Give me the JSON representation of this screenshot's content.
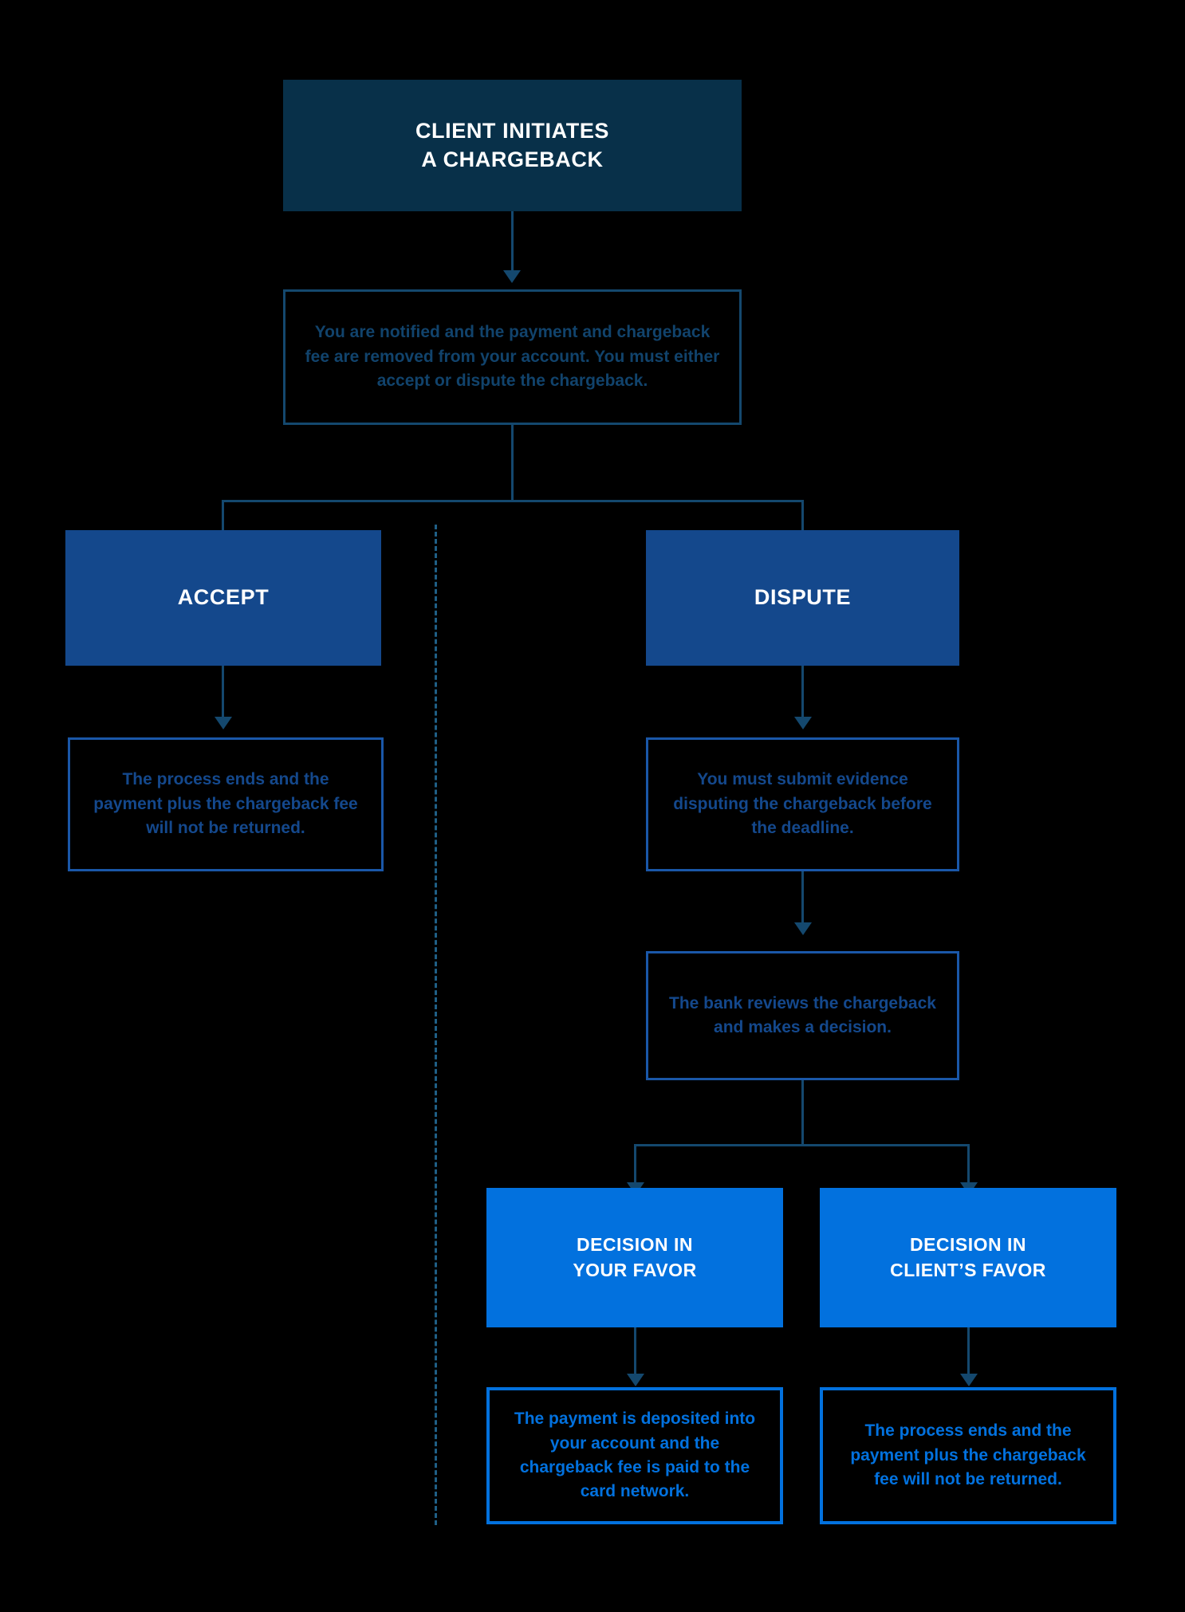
{
  "diagram": {
    "title": "Chargeback process flowchart",
    "background": "#000000",
    "colors": {
      "navy_fill": "#083049",
      "mid_blue_fill": "#14488c",
      "bright_blue_fill": "#0271de",
      "navy_line": "#14486e",
      "mid_blue_line": "#1a57a8",
      "bright_blue_line": "#0271de",
      "connector": "#14486e",
      "divider": "#1f5f86",
      "white_text": "#ffffff"
    }
  },
  "nodes": {
    "start": {
      "label": "CLIENT INITIATES\nA CHARGEBACK",
      "style": "filled-navy"
    },
    "notified": {
      "label": "You are notified and the payment and chargeback fee are removed from your account. You must either accept or dispute the chargeback.",
      "style": "outlined-navy"
    },
    "accept": {
      "label": "ACCEPT",
      "style": "filled-mid-blue"
    },
    "dispute": {
      "label": "DISPUTE",
      "style": "filled-mid-blue"
    },
    "accept_outcome": {
      "label": "The process ends and the payment plus the chargeback fee will not be returned.",
      "style": "outlined-mid-blue"
    },
    "submit_evidence": {
      "label": "You must submit evidence disputing the chargeback before the deadline.",
      "style": "outlined-mid-blue"
    },
    "bank_review": {
      "label": "The bank reviews the chargeback and makes a decision.",
      "style": "outlined-mid-blue"
    },
    "decision_your_favor": {
      "label": "DECISION IN\nYOUR FAVOR",
      "style": "filled-bright-blue"
    },
    "decision_clients_favor": {
      "label": "DECISION IN\nCLIENT’S FAVOR",
      "style": "filled-bright-blue"
    },
    "your_favor_outcome": {
      "label": "The payment is deposited into your account and the chargeback fee is paid to the card network.",
      "style": "outlined-bright-blue"
    },
    "clients_favor_outcome": {
      "label": "The process ends and the payment plus the chargeback fee will not be returned.",
      "style": "outlined-bright-blue"
    }
  }
}
